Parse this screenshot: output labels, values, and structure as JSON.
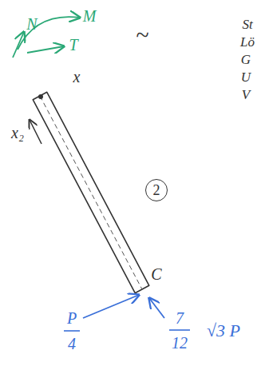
{
  "diagram": {
    "nodes": [
      {
        "text": [
          "2"
        ]
      }
    ],
    "labels": [
      "x",
      "x₂",
      "C",
      "P",
      "4",
      "7",
      "12",
      "√3 P",
      "N",
      "M",
      "T",
      "~",
      "St",
      "Lö",
      "G",
      "U",
      "V"
    ]
  }
}
